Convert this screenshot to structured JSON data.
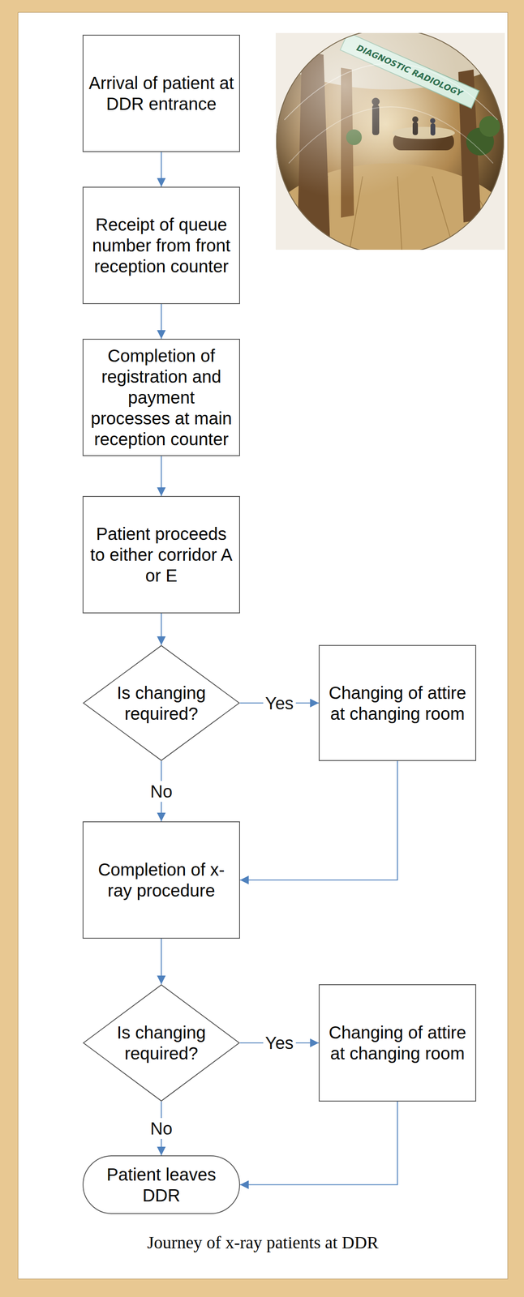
{
  "diagram": {
    "caption": "Journey of x-ray patients at DDR",
    "nodes": [
      {
        "text": [
          "Arrival of patient at DDR entrance"
        ]
      },
      {
        "text": [
          "Receipt of queue number from front reception counter"
        ]
      },
      {
        "text": [
          "Completion of registration and payment processes at main reception counter"
        ]
      },
      {
        "text": [
          "Patient proceeds to either corridor A or E"
        ]
      },
      {
        "text": [
          "Is changing required?"
        ]
      },
      {
        "text": [
          "Changing of attire at changing room"
        ]
      },
      {
        "text": [
          "Completion of x-ray procedure"
        ]
      },
      {
        "text": [
          "Is changing required?"
        ]
      },
      {
        "text": [
          "Changing of attire at changing room"
        ]
      },
      {
        "text": [
          "Patient leaves DDR"
        ]
      }
    ],
    "edges": [
      {
        "from": 0,
        "to": 1,
        "arrow": "to"
      },
      {
        "from": 1,
        "to": 2,
        "arrow": "to"
      },
      {
        "from": 2,
        "to": 3,
        "arrow": "to"
      },
      {
        "from": 3,
        "to": 4,
        "arrow": "to"
      },
      {
        "from": 4,
        "to": 5,
        "label": "Yes",
        "arrow": "to"
      },
      {
        "from": 4,
        "to": 6,
        "label": "No",
        "arrow": "to"
      },
      {
        "from": 5,
        "to": 6,
        "arrow": "to"
      },
      {
        "from": 6,
        "to": 7,
        "arrow": "to"
      },
      {
        "from": 7,
        "to": 8,
        "label": "Yes",
        "arrow": "to"
      },
      {
        "from": 7,
        "to": 9,
        "label": "No",
        "arrow": "to"
      },
      {
        "from": 8,
        "to": 9,
        "arrow": "to"
      }
    ],
    "labels": [
      "DIAGNOSTIC RADIOLOGY"
    ]
  }
}
